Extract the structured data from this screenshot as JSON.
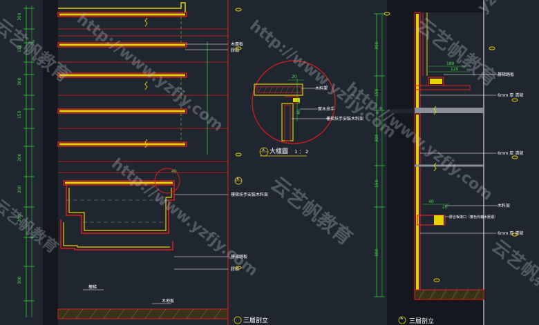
{
  "colors": {
    "background": "#202630",
    "red": "#e01c1c",
    "yellow": "#e8d200",
    "green": "#2ecc2e",
    "cyan": "#22d3d3",
    "white": "#ffffff",
    "gray": "#8a8f99",
    "hatch": "#9a8a3a"
  },
  "left_notes": {
    "top": [
      "木層板",
      "膠鋁"
    ],
    "mid": "樓梯扶手安裝木料架",
    "bottom": [
      "樓梯踏板",
      "膠鋁"
    ],
    "floor_left": "樓梯",
    "floor_right": "木地板"
  },
  "detail": {
    "title": "大樣圖",
    "scale": "1 ： 2",
    "marker": "A",
    "labels": [
      "木料架",
      "實木扶手",
      "樓梯扶手安裝木料架"
    ],
    "dims": [
      "20",
      "20",
      "40"
    ]
  },
  "right_notes": [
    "樓梯踏板",
    "6mm 厚 清玻",
    "6mm 厚 清玻",
    "木料架",
    "膠合板接口（實色烏龜木壓邊）",
    "6mm 厚 清玻"
  ],
  "right_dims": [
    "180",
    "120",
    "40",
    "20"
  ],
  "left_dims": [
    "300",
    "150",
    "300",
    "150",
    "200",
    "200",
    "200",
    "300"
  ],
  "right_column_dims": [
    "300",
    "150",
    "300",
    "150",
    "300"
  ],
  "bottom_titles": [
    "三層剖立",
    "三層剖立"
  ],
  "section_markers": [
    "A",
    "A"
  ],
  "watermarks": [
    "http://www.yzfjy.com",
    "http://www.yzfjy.com",
    "http://www.yzfjy.com",
    "云艺帆教育",
    "云艺帆教育",
    "云艺帆教育",
    "云艺帆教育",
    "云艺帆教育",
    "yzfjy.com",
    "http://www.yzfjy.com"
  ]
}
